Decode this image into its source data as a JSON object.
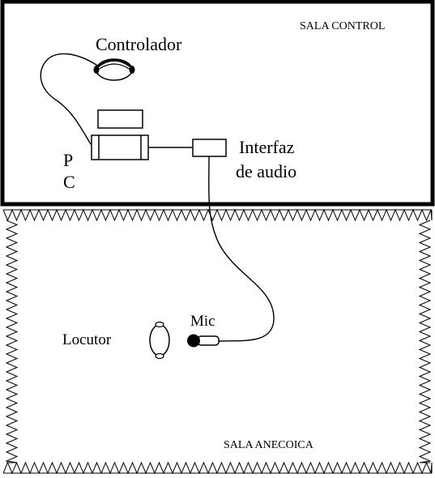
{
  "rooms": {
    "control": {
      "label": "SALA CONTROL"
    },
    "anechoic": {
      "label": "SALA ANECOICA"
    }
  },
  "devices": {
    "controller": {
      "label": "Controlador",
      "icon": "headphones-icon"
    },
    "pc": {
      "label_line1": "P",
      "label_line2": "C",
      "icon": "computer-icon"
    },
    "interface": {
      "label_line1": "Interfaz",
      "label_line2": "de audio",
      "icon": "audio-interface-icon"
    },
    "mic": {
      "label": "Mic",
      "icon": "microphone-icon"
    },
    "speaker": {
      "label": "Locutor",
      "icon": "head-icon"
    }
  }
}
